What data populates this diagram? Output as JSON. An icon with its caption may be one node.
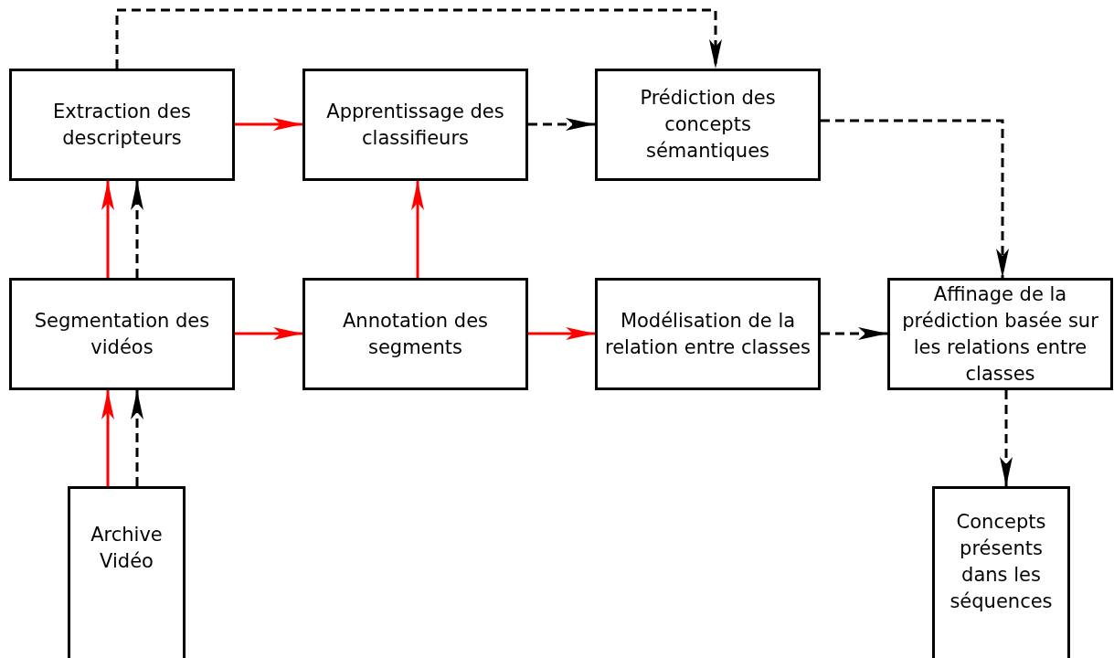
{
  "diagram": {
    "nodes": [
      {
        "text": [
          "Extraction des descripteurs"
        ]
      },
      {
        "text": [
          "Apprentissage des classifieurs"
        ]
      },
      {
        "text": [
          "Prédiction des concepts sémantiques"
        ]
      },
      {
        "text": [
          "Segmentation des vidéos"
        ]
      },
      {
        "text": [
          "Annotation des segments"
        ]
      },
      {
        "text": [
          "Modélisation de la relation entre classes"
        ]
      },
      {
        "text": [
          "Affinage de la prédiction basée sur les relations entre classes"
        ]
      },
      {
        "text": [
          "Archive Vidéo"
        ]
      },
      {
        "text": [
          "Concepts présents dans les séquences"
        ]
      }
    ],
    "edges": [
      {
        "from": 0,
        "to": 1,
        "arrow": "to",
        "color": "#ff0000"
      },
      {
        "from": 3,
        "to": 4,
        "arrow": "to",
        "color": "#ff0000"
      },
      {
        "from": 4,
        "to": 5,
        "arrow": "to",
        "color": "#ff0000"
      },
      {
        "from": 3,
        "to": 0,
        "arrow": "to",
        "color": "#ff0000"
      },
      {
        "from": 4,
        "to": 1,
        "arrow": "to",
        "color": "#ff0000"
      },
      {
        "from": 7,
        "to": 3,
        "arrow": "to",
        "color": "#ff0000"
      },
      {
        "from": 1,
        "to": 2,
        "arrow": "to",
        "style": "dashed"
      },
      {
        "from": 5,
        "to": 6,
        "arrow": "to",
        "style": "dashed"
      },
      {
        "from": 3,
        "to": 0,
        "arrow": "to",
        "style": "dashed"
      },
      {
        "from": 7,
        "to": 3,
        "arrow": "to",
        "style": "dashed"
      },
      {
        "from": 0,
        "to": 2,
        "arrow": "to",
        "style": "dashed"
      },
      {
        "from": 2,
        "to": 6,
        "arrow": "to",
        "style": "dashed"
      },
      {
        "from": 6,
        "to": 8,
        "arrow": "to",
        "style": "dashed"
      }
    ]
  }
}
